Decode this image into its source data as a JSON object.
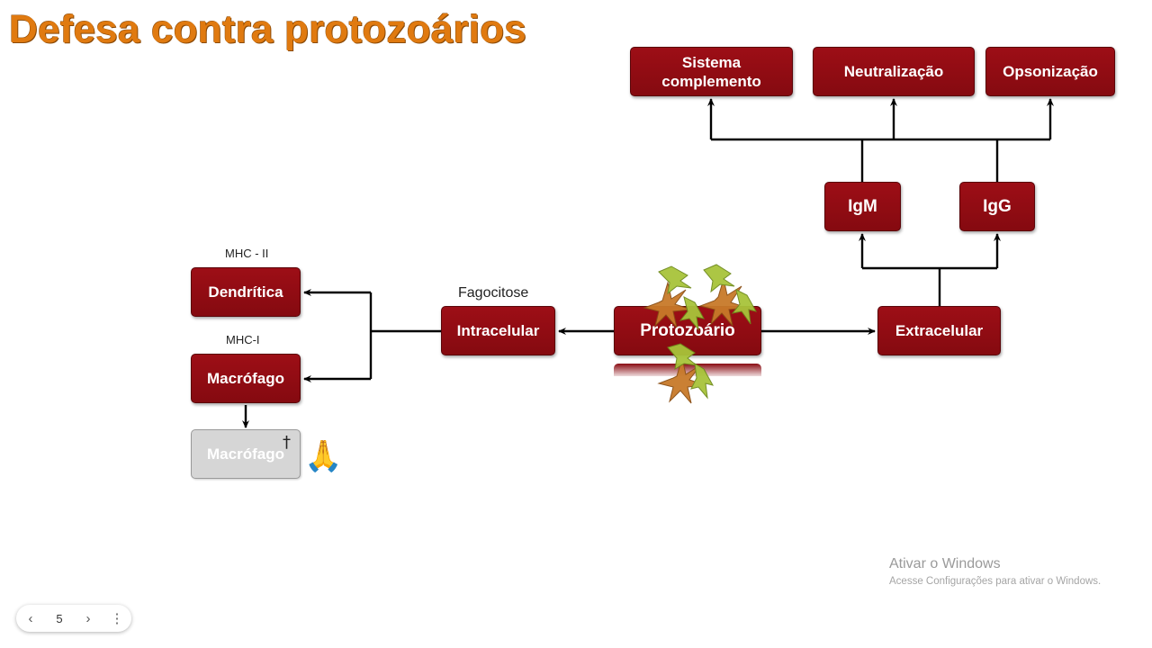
{
  "title": "Defesa contra protozoários",
  "nodes": {
    "sistema_complemento": "Sistema complemento",
    "neutralizacao": "Neutralização",
    "opsonizacao": "Opsonização",
    "igm": "IgM",
    "igg": "IgG",
    "extracelular": "Extracelular",
    "protozoario": "Protozoário",
    "intracelular": "Intracelular",
    "dendritica": "Dendrítica",
    "macrofago": "Macrófago",
    "macrofago_morto": "Macrófago"
  },
  "labels": {
    "fagocitose": "Fagocitose",
    "mhc_ii": "MHC - II",
    "mhc_i": "MHC-I"
  },
  "symbols": {
    "cross": "†",
    "praying_hands": "🙏"
  },
  "watermark": {
    "title": "Ativar o Windows",
    "subtitle": "Acesse Configurações para ativar o Windows."
  },
  "pager": {
    "prev": "‹",
    "page": "5",
    "next": "›",
    "more": "⋮"
  },
  "colors": {
    "title": "#e07a10",
    "node": "#900d14",
    "dead_node": "#d6d6d6",
    "protozoa_cell": "#c87a2a",
    "protozoa_flagellate": "#a8c43a"
  },
  "icons": [
    "protozoa-cluster",
    "praying-hands-icon",
    "cross-icon"
  ]
}
